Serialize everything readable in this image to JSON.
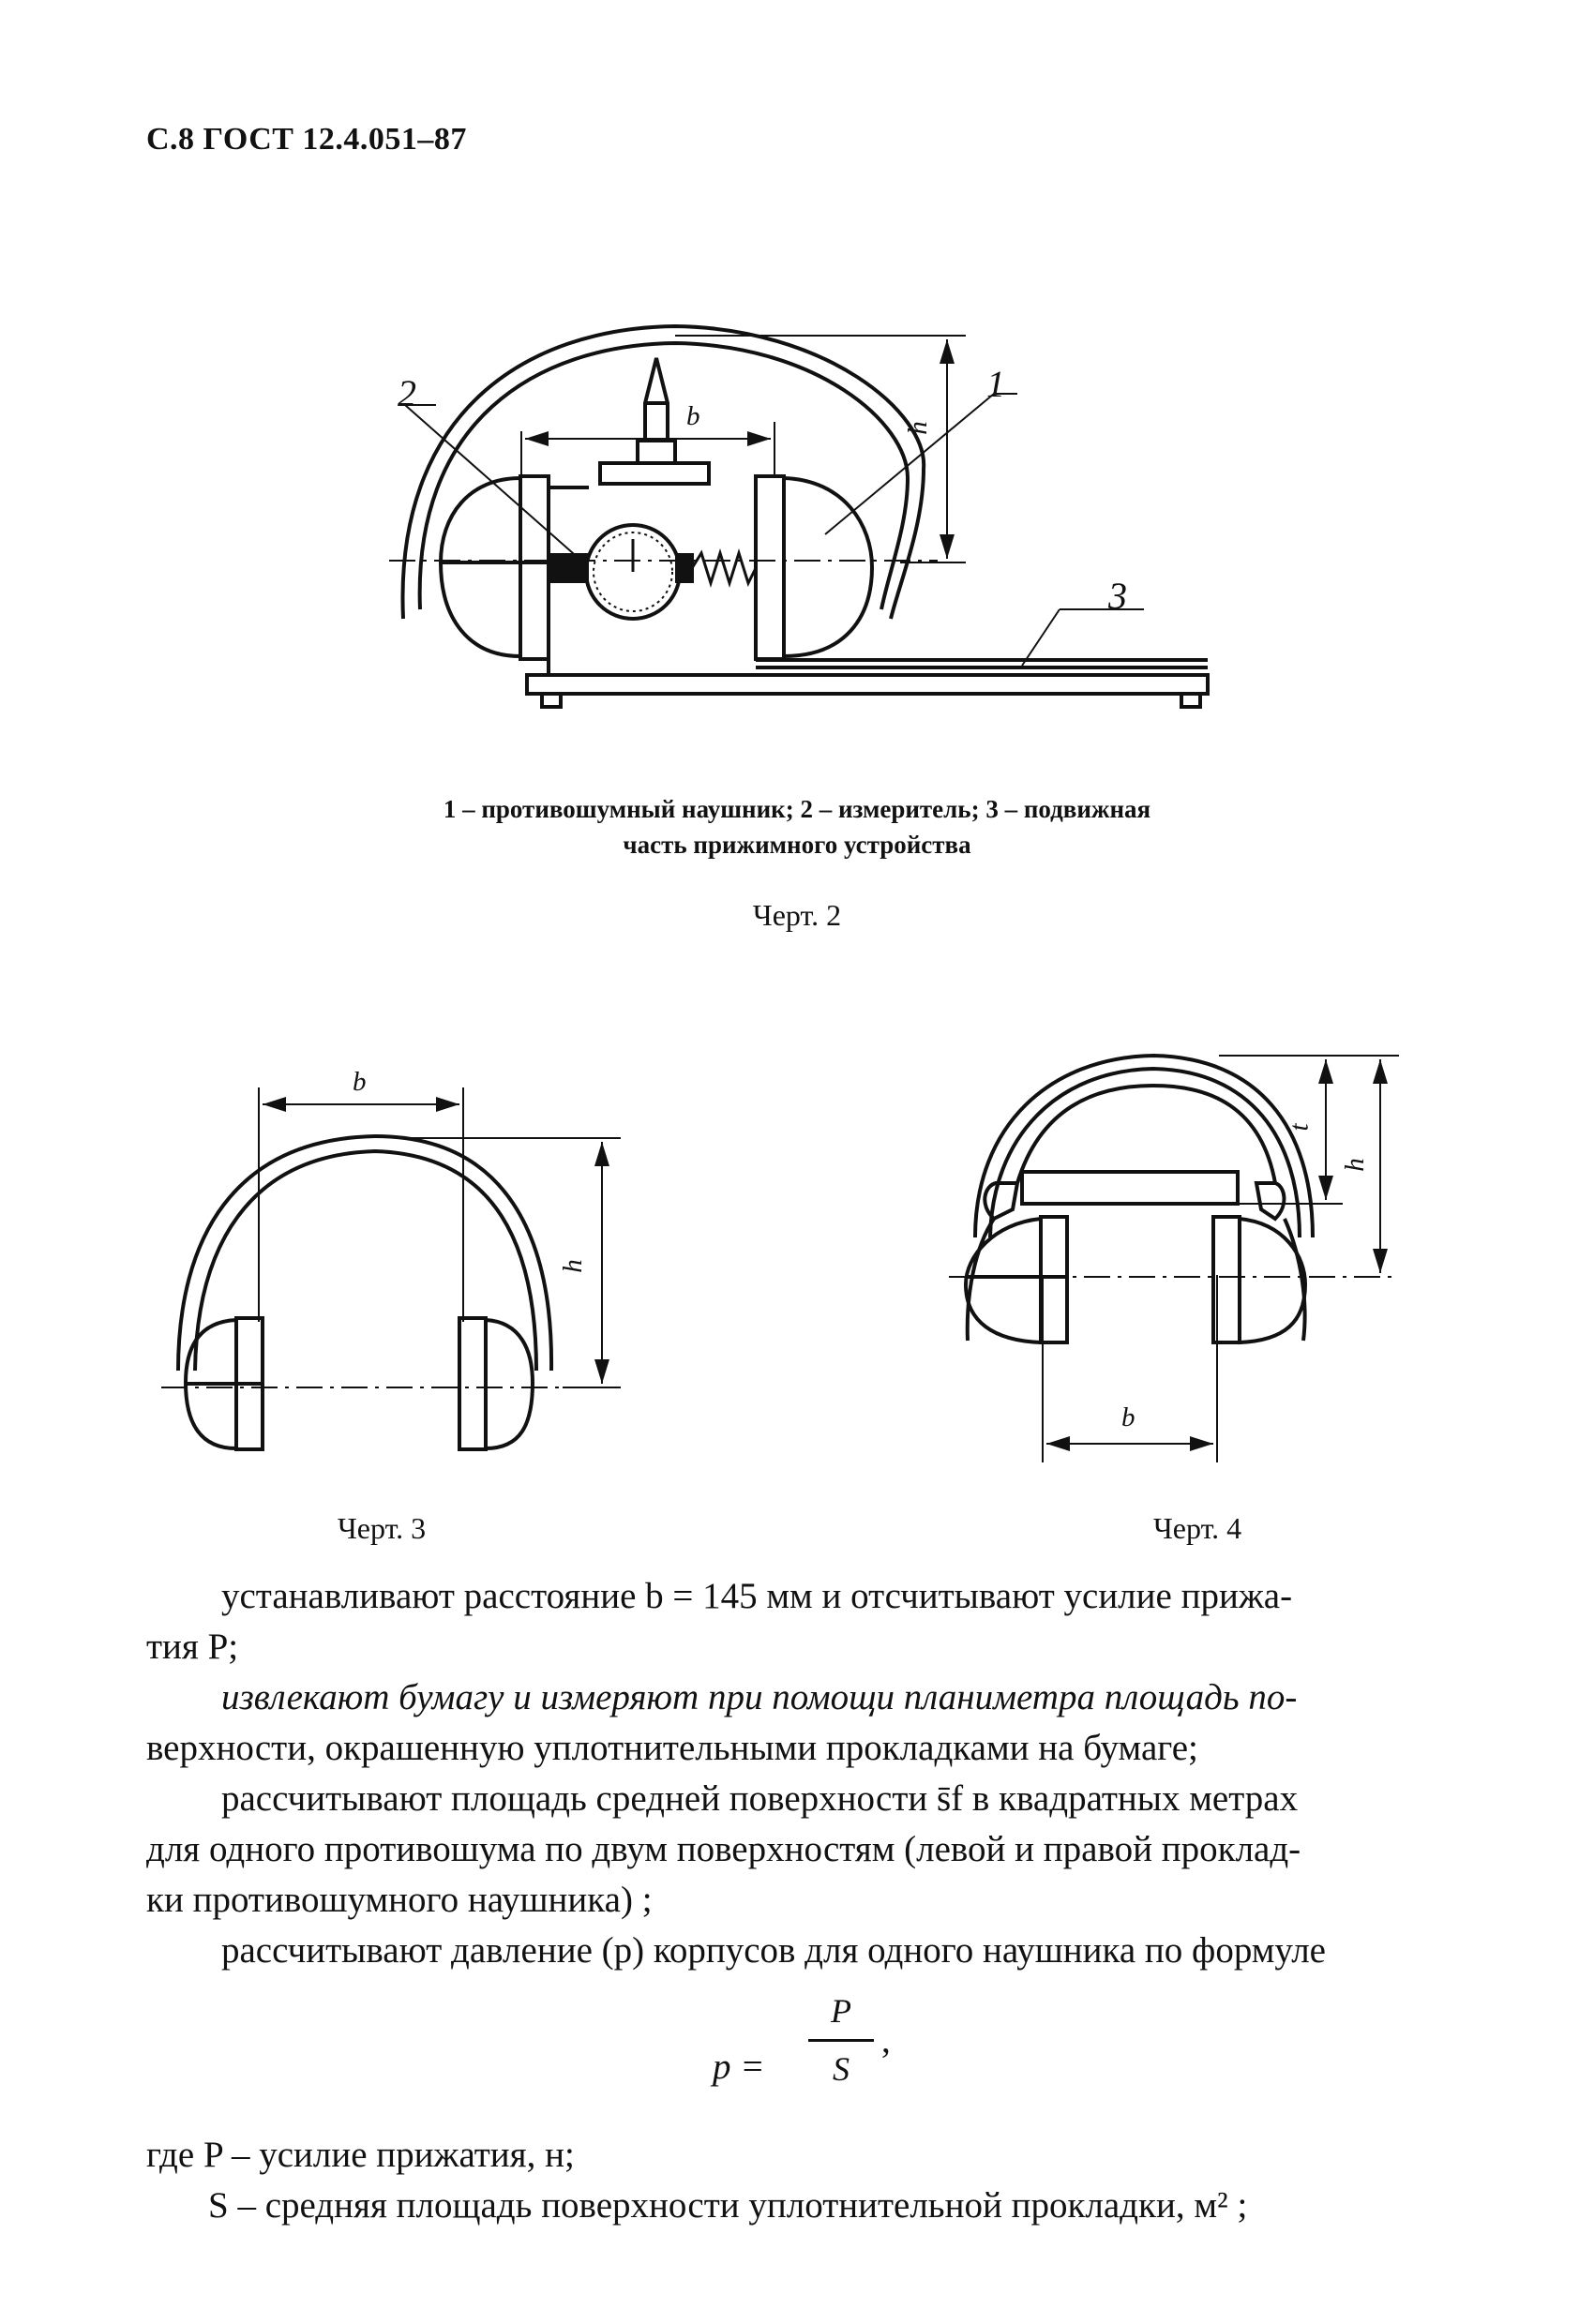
{
  "header": "С.8 ГОСТ 12.4.051–87",
  "figure2": {
    "labels": {
      "one": "1",
      "two": "2",
      "three": "3",
      "b": "b",
      "h": "h"
    },
    "caption_line1": "1 – противошумный наушник; 2 – измеритель; 3 – подвижная",
    "caption_line2": "часть прижимного устройства",
    "title": "Черт. 2"
  },
  "figure3": {
    "labels": {
      "b": "b",
      "h": "h"
    },
    "title": "Черт. 3"
  },
  "figure4": {
    "labels": {
      "b": "b",
      "h": "h",
      "t": "t"
    },
    "title": "Черт. 4"
  },
  "text": {
    "p1_line1": "устанавливают расстояние b = 145 мм и отсчитывают усилие прижа-",
    "p1_line2": "тия P;",
    "p2_line1": "извлекают бумагу и измеряют при помощи планиметра площадь по-",
    "p2_line2": "верхности, окрашенную уплотнительными прокладками на бумаге;",
    "p3_line1": "рассчитывают площадь средней поверхности s̄f в квадратных метрах",
    "p3_line2": "для одного противошума по двум поверхностям (левой и правой проклад-",
    "p3_line3": "ки противошумного наушника) ;",
    "p4": "рассчитывают давление (p) корпусов для одного наушника по формуле",
    "formula_lhs": "p =",
    "formula_num": "P",
    "formula_den": "S",
    "formula_tail": ",",
    "where_1": "где P – усилие прижатия, н;",
    "where_2": "S – средняя площадь поверхности уплотнительной прокладки, м² ;"
  }
}
